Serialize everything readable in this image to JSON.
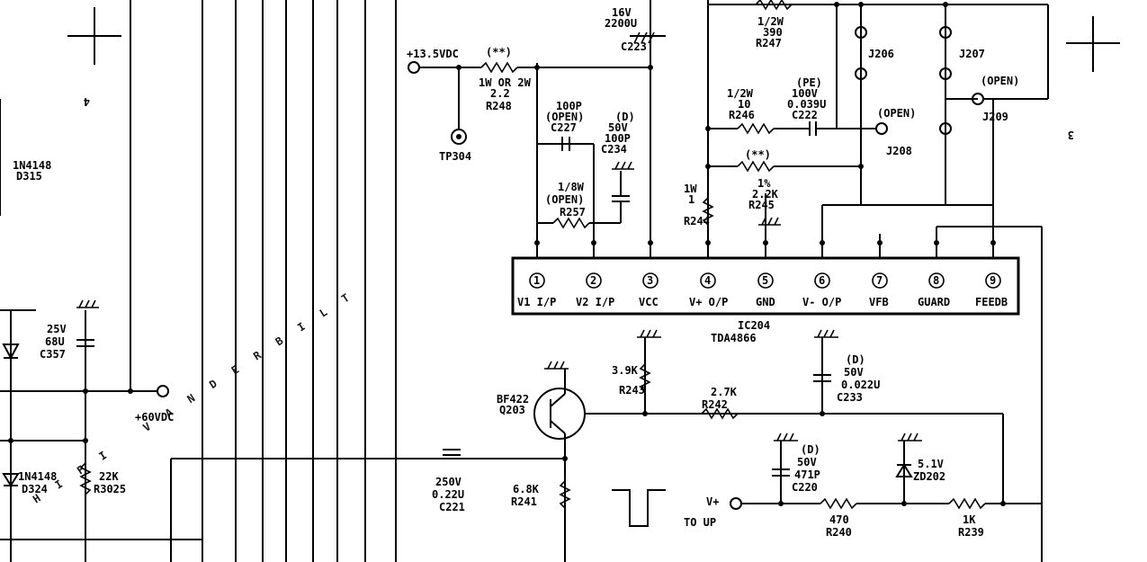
{
  "watermark": {
    "text": "HIFI VANDERBILT"
  },
  "supplies": {
    "plus13_5": "+13.5VDC",
    "plus60": "+60VDC",
    "vplus": "V+",
    "to_up": "TO UP"
  },
  "section_numbers": {
    "left": "4",
    "right": "3"
  },
  "ic": {
    "ref": "IC204",
    "part": "TDA4866",
    "pins": [
      {
        "num": "1",
        "label": "V1 I/P"
      },
      {
        "num": "2",
        "label": "V2 I/P"
      },
      {
        "num": "3",
        "label": "VCC"
      },
      {
        "num": "4",
        "label": "V+ O/P"
      },
      {
        "num": "5",
        "label": "GND"
      },
      {
        "num": "6",
        "label": "V- O/P"
      },
      {
        "num": "7",
        "label": "VFB"
      },
      {
        "num": "8",
        "label": "GUARD"
      },
      {
        "num": "9",
        "label": "FEEDB"
      }
    ]
  },
  "components": {
    "tp304": "TP304",
    "r248": [
      "R248",
      "2.2",
      "1W OR 2W",
      "(**)"
    ],
    "r257": [
      "R257",
      "(OPEN)",
      "1/8W"
    ],
    "c227": [
      "C227",
      "(OPEN)",
      "100P"
    ],
    "c234": [
      "C234",
      "100P",
      "50V",
      "(D)"
    ],
    "c223": [
      "C223",
      "2200U",
      "16V"
    ],
    "r244": [
      "R244",
      "1",
      "1W"
    ],
    "r245": [
      "R245",
      "2.2K",
      "1%",
      "(**)"
    ],
    "r246": [
      "R246",
      "10",
      "1/2W"
    ],
    "c222": [
      "C222",
      "0.039U",
      "100V",
      "(PE)"
    ],
    "r247": [
      "R247",
      "390",
      "1/2W"
    ],
    "j206": "J206",
    "j207": "J207",
    "j208": [
      "J208",
      "(OPEN)"
    ],
    "j209": [
      "J209",
      "(OPEN)"
    ],
    "d315": [
      "D315",
      "1N4148"
    ],
    "c357": [
      "C357",
      "68U",
      "25V"
    ],
    "d324": [
      "D324",
      "1N4148"
    ],
    "r3025": [
      "R3025",
      "22K"
    ],
    "q203": [
      "Q203",
      "BF422"
    ],
    "r243": [
      "R243",
      "3.9K"
    ],
    "r242": [
      "R242",
      "2.7K"
    ],
    "c233": [
      "C233",
      "0.022U",
      "50V",
      "(D)"
    ],
    "c221": [
      "C221",
      "0.22U",
      "250V"
    ],
    "r241": [
      "R241",
      "6.8K"
    ],
    "c220": [
      "C220",
      "471P",
      "50V",
      "(D)"
    ],
    "zd202": [
      "ZD202",
      "5.1V"
    ],
    "r240": [
      "R240",
      "470"
    ],
    "r239": [
      "R239",
      "1K"
    ]
  }
}
